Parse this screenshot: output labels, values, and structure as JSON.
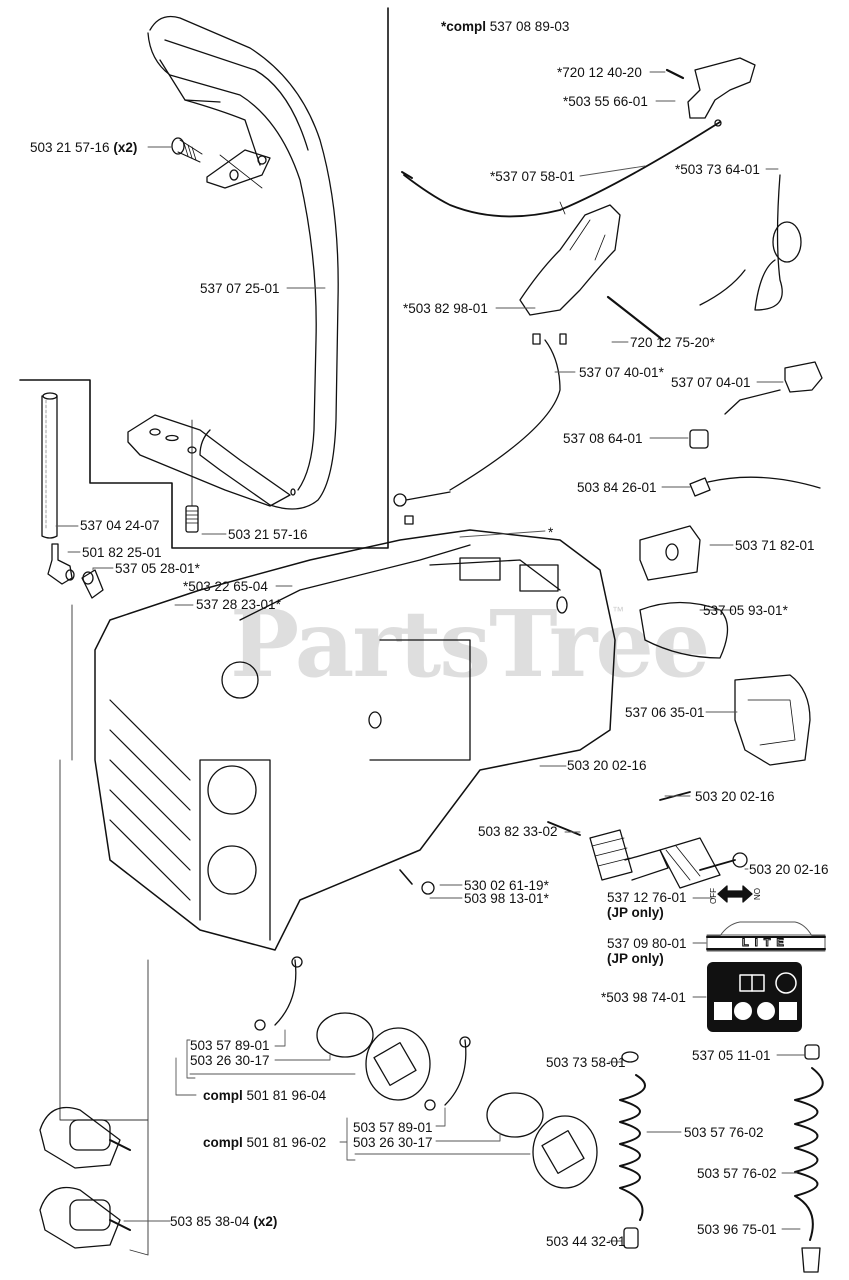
{
  "diagram": {
    "title": "Handle / Chassis Parts Diagram",
    "watermark": "PartsTree",
    "watermark_tm": "™",
    "labels": [
      {
        "id": "l1",
        "pre": "",
        "text": "503 21 57-16",
        "post": " (x2)"
      },
      {
        "id": "l2",
        "pre": "",
        "text": "537 07 25-01",
        "post": ""
      },
      {
        "id": "l3",
        "pre": "*compl",
        "text": " 537 08 89-03",
        "post": ""
      },
      {
        "id": "l4",
        "pre": "",
        "text": "*720 12 40-20",
        "post": ""
      },
      {
        "id": "l5",
        "pre": "",
        "text": "*503 55 66-01",
        "post": ""
      },
      {
        "id": "l6",
        "pre": "",
        "text": "*537 07 58-01",
        "post": ""
      },
      {
        "id": "l7",
        "pre": "",
        "text": "*503 73 64-01",
        "post": ""
      },
      {
        "id": "l8",
        "pre": "",
        "text": "*503 82 98-01",
        "post": ""
      },
      {
        "id": "l9",
        "pre": "",
        "text": "720 12 75-20*",
        "post": ""
      },
      {
        "id": "l10",
        "pre": "",
        "text": "537 07 40-01*",
        "post": ""
      },
      {
        "id": "l11",
        "pre": "",
        "text": "537 07 04-01",
        "post": ""
      },
      {
        "id": "l12",
        "pre": "",
        "text": "537 08 64-01",
        "post": ""
      },
      {
        "id": "l13",
        "pre": "",
        "text": "503 84 26-01",
        "post": ""
      },
      {
        "id": "l14",
        "pre": "",
        "text": "537 04 24-07",
        "post": ""
      },
      {
        "id": "l15",
        "pre": "",
        "text": "503 21 57-16",
        "post": ""
      },
      {
        "id": "l16",
        "pre": "",
        "text": "501 82 25-01",
        "post": ""
      },
      {
        "id": "l17",
        "pre": "",
        "text": "537 05 28-01*",
        "post": ""
      },
      {
        "id": "l18",
        "pre": "",
        "text": "*503 22 65-04",
        "post": ""
      },
      {
        "id": "l19",
        "pre": "",
        "text": "537 28 23-01*",
        "post": ""
      },
      {
        "id": "l20",
        "pre": "",
        "text": "*",
        "post": ""
      },
      {
        "id": "l21",
        "pre": "",
        "text": "503 71 82-01",
        "post": ""
      },
      {
        "id": "l22",
        "pre": "",
        "text": "537 05 93-01*",
        "post": ""
      },
      {
        "id": "l23",
        "pre": "",
        "text": "537 06 35-01",
        "post": ""
      },
      {
        "id": "l24",
        "pre": "",
        "text": "503 20 02-16",
        "post": ""
      },
      {
        "id": "l25",
        "pre": "",
        "text": "503 20 02-16",
        "post": ""
      },
      {
        "id": "l26",
        "pre": "",
        "text": "503 82 33-02",
        "post": ""
      },
      {
        "id": "l27",
        "pre": "",
        "text": "503 20 02-16",
        "post": ""
      },
      {
        "id": "l28",
        "pre": "",
        "text": "530 02 61-19*",
        "post": ""
      },
      {
        "id": "l29",
        "pre": "",
        "text": "503 98 13-01*",
        "post": ""
      },
      {
        "id": "l30",
        "pre": "",
        "text": "537 12 76-01",
        "post": ""
      },
      {
        "id": "l31",
        "pre": "",
        "text": "(JP only)",
        "post": "",
        "bold": true
      },
      {
        "id": "l32",
        "pre": "",
        "text": "537 09 80-01",
        "post": ""
      },
      {
        "id": "l33",
        "pre": "",
        "text": "(JP only)",
        "post": "",
        "bold": true
      },
      {
        "id": "l34",
        "pre": "",
        "text": "*503 98 74-01",
        "post": ""
      },
      {
        "id": "l35",
        "pre": "",
        "text": "503 57 89-01",
        "post": ""
      },
      {
        "id": "l36",
        "pre": "",
        "text": "503 26 30-17",
        "post": ""
      },
      {
        "id": "l37",
        "pre": "compl",
        "text": " 501 81 96-04",
        "post": ""
      },
      {
        "id": "l38",
        "pre": "compl",
        "text": " 501 81 96-02",
        "post": ""
      },
      {
        "id": "l39",
        "pre": "",
        "text": "503 57 89-01",
        "post": ""
      },
      {
        "id": "l40",
        "pre": "",
        "text": "503 26 30-17",
        "post": ""
      },
      {
        "id": "l41",
        "pre": "",
        "text": "503 73 58-01",
        "post": ""
      },
      {
        "id": "l42",
        "pre": "",
        "text": "537 05 11-01",
        "post": ""
      },
      {
        "id": "l43",
        "pre": "",
        "text": "503 57 76-02",
        "post": ""
      },
      {
        "id": "l44",
        "pre": "",
        "text": "503 57 76-02",
        "post": ""
      },
      {
        "id": "l45",
        "pre": "",
        "text": "503 44 32-01",
        "post": ""
      },
      {
        "id": "l46",
        "pre": "",
        "text": "503 96 75-01",
        "post": ""
      },
      {
        "id": "l47",
        "pre": "",
        "text": "503 85 38-04",
        "post": " (x2)"
      }
    ],
    "decals": {
      "switch_off": "OFF",
      "switch_on": "ON",
      "lite_text": "LITE"
    },
    "colors": {
      "line": "#111111",
      "leader": "#555555",
      "watermark": "#d9d9d9",
      "decal_bg": "#111111"
    }
  }
}
